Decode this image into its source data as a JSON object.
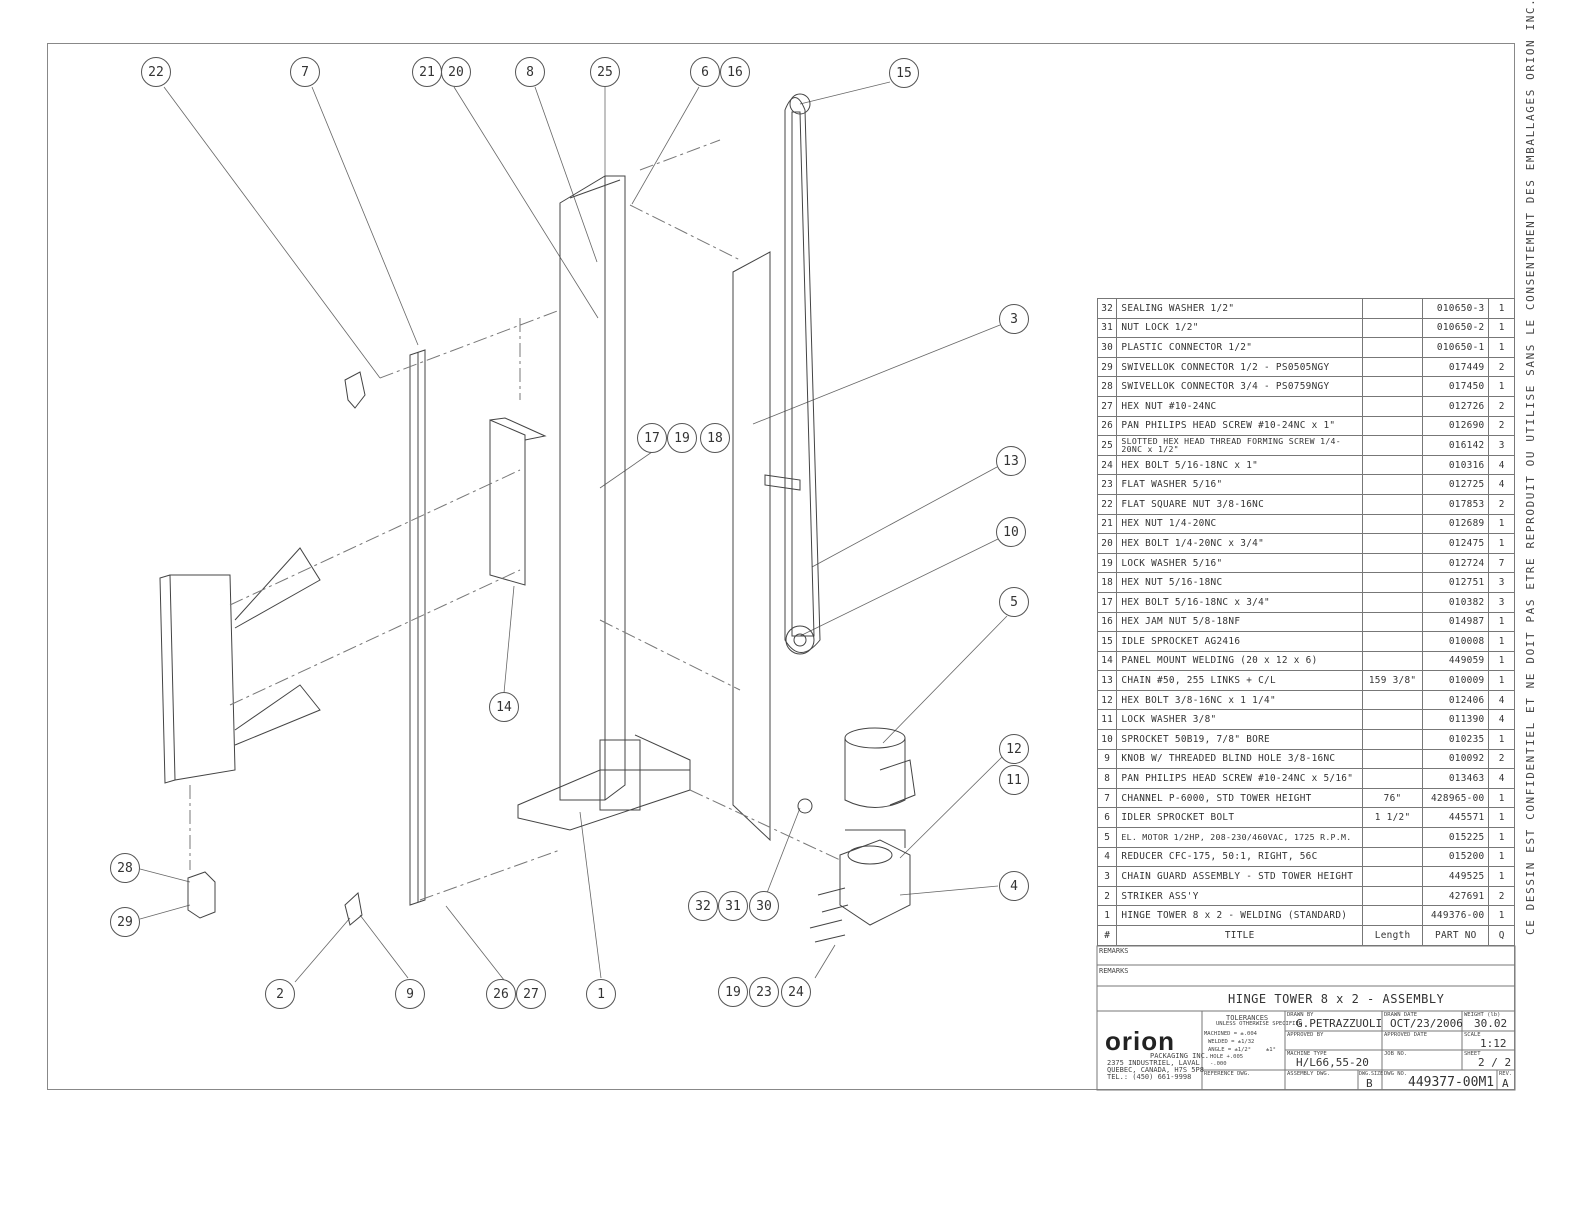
{
  "balloons": [
    {
      "t": "22"
    },
    {
      "t": "7"
    },
    {
      "t": "21"
    },
    {
      "t": "20"
    },
    {
      "t": "8"
    },
    {
      "t": "25"
    },
    {
      "t": "6"
    },
    {
      "t": "16"
    },
    {
      "t": "15"
    },
    {
      "t": "3"
    },
    {
      "t": "17"
    },
    {
      "t": "19"
    },
    {
      "t": "18"
    },
    {
      "t": "13"
    },
    {
      "t": "10"
    },
    {
      "t": "5"
    },
    {
      "t": "14"
    },
    {
      "t": "12"
    },
    {
      "t": "11"
    },
    {
      "t": "4"
    },
    {
      "t": "28"
    },
    {
      "t": "29"
    },
    {
      "t": "32"
    },
    {
      "t": "31"
    },
    {
      "t": "30"
    },
    {
      "t": "2"
    },
    {
      "t": "9"
    },
    {
      "t": "26"
    },
    {
      "t": "27"
    },
    {
      "t": "1"
    },
    {
      "t": "19"
    },
    {
      "t": "23"
    },
    {
      "t": "24"
    }
  ],
  "bom": [
    {
      "n": "32",
      "d": "SEALING WASHER 1/2\"",
      "l": "",
      "p": "010650-3",
      "q": "1"
    },
    {
      "n": "31",
      "d": "NUT LOCK 1/2\"",
      "l": "",
      "p": "010650-2",
      "q": "1"
    },
    {
      "n": "30",
      "d": "PLASTIC CONNECTOR 1/2\"",
      "l": "",
      "p": "010650-1",
      "q": "1"
    },
    {
      "n": "29",
      "d": "SWIVELLOK CONNECTOR 1/2 - PS0505NGY",
      "l": "",
      "p": "017449",
      "q": "2"
    },
    {
      "n": "28",
      "d": "SWIVELLOK CONNECTOR 3/4 - PS0759NGY",
      "l": "",
      "p": "017450",
      "q": "1"
    },
    {
      "n": "27",
      "d": "HEX NUT #10-24NC",
      "l": "",
      "p": "012726",
      "q": "2"
    },
    {
      "n": "26",
      "d": "PAN PHILIPS HEAD SCREW #10-24NC x 1\"",
      "l": "",
      "p": "012690",
      "q": "2"
    },
    {
      "n": "25",
      "d": "SLOTTED HEX HEAD THREAD FORMING SCREW 1/4-20NC x 1/2\"",
      "l": "",
      "p": "016142",
      "q": "3"
    },
    {
      "n": "24",
      "d": "HEX BOLT 5/16-18NC x 1\"",
      "l": "",
      "p": "010316",
      "q": "4"
    },
    {
      "n": "23",
      "d": "FLAT WASHER 5/16\"",
      "l": "",
      "p": "012725",
      "q": "4"
    },
    {
      "n": "22",
      "d": "FLAT SQUARE NUT 3/8-16NC",
      "l": "",
      "p": "017853",
      "q": "2"
    },
    {
      "n": "21",
      "d": "HEX NUT 1/4-20NC",
      "l": "",
      "p": "012689",
      "q": "1"
    },
    {
      "n": "20",
      "d": "HEX BOLT 1/4-20NC x 3/4\"",
      "l": "",
      "p": "012475",
      "q": "1"
    },
    {
      "n": "19",
      "d": "LOCK WASHER 5/16\"",
      "l": "",
      "p": "012724",
      "q": "7"
    },
    {
      "n": "18",
      "d": "HEX NUT 5/16-18NC",
      "l": "",
      "p": "012751",
      "q": "3"
    },
    {
      "n": "17",
      "d": "HEX BOLT 5/16-18NC x 3/4\"",
      "l": "",
      "p": "010382",
      "q": "3"
    },
    {
      "n": "16",
      "d": "HEX JAM NUT 5/8-18NF",
      "l": "",
      "p": "014987",
      "q": "1"
    },
    {
      "n": "15",
      "d": "IDLE SPROCKET AG2416",
      "l": "",
      "p": "010008",
      "q": "1"
    },
    {
      "n": "14",
      "d": "PANEL MOUNT WELDING (20 x 12 x 6)",
      "l": "",
      "p": "449059",
      "q": "1"
    },
    {
      "n": "13",
      "d": "CHAIN #50, 255 LINKS + C/L",
      "l": "159 3/8\"",
      "p": "010009",
      "q": "1"
    },
    {
      "n": "12",
      "d": "HEX BOLT 3/8-16NC x 1 1/4\"",
      "l": "",
      "p": "012406",
      "q": "4"
    },
    {
      "n": "11",
      "d": "LOCK WASHER 3/8\"",
      "l": "",
      "p": "011390",
      "q": "4"
    },
    {
      "n": "10",
      "d": "SPROCKET 50B19, 7/8\" BORE",
      "l": "",
      "p": "010235",
      "q": "1"
    },
    {
      "n": "9",
      "d": "KNOB W/ THREADED BLIND HOLE 3/8-16NC",
      "l": "",
      "p": "010092",
      "q": "2"
    },
    {
      "n": "8",
      "d": "PAN PHILIPS HEAD SCREW #10-24NC x 5/16\"",
      "l": "",
      "p": "013463",
      "q": "4"
    },
    {
      "n": "7",
      "d": "CHANNEL P-6000, STD TOWER HEIGHT",
      "l": "76\"",
      "p": "428965-00",
      "q": "1"
    },
    {
      "n": "6",
      "d": "IDLER SPROCKET BOLT",
      "l": "1 1/2\"",
      "p": "445571",
      "q": "1"
    },
    {
      "n": "5",
      "d": "EL. MOTOR 1/2HP, 208-230/460VAC, 1725 R.P.M.",
      "l": "",
      "p": "015225",
      "q": "1"
    },
    {
      "n": "4",
      "d": "REDUCER CFC-175, 50:1, RIGHT, 56C",
      "l": "",
      "p": "015200",
      "q": "1"
    },
    {
      "n": "3",
      "d": "CHAIN GUARD ASSEMBLY - STD TOWER HEIGHT",
      "l": "",
      "p": "449525",
      "q": "1"
    },
    {
      "n": "2",
      "d": "STRIKER ASS'Y",
      "l": "",
      "p": "427691",
      "q": "2"
    },
    {
      "n": "1",
      "d": "HINGE TOWER 8 x 2 - WELDING (STANDARD)",
      "l": "",
      "p": "449376-00",
      "q": "1"
    }
  ],
  "bom_header": {
    "n": "#",
    "d": "TITLE",
    "l": "Length",
    "p": "PART NO",
    "q": "Q"
  },
  "title_block": {
    "remarks_1": "REMARKS",
    "remarks_2": "REMARKS",
    "title": "HINGE TOWER 8 x 2 - ASSEMBLY",
    "logo": "orion",
    "company": "PACKAGING INC.",
    "address_1": "2375 INDUSTRIEL, LAVAL",
    "address_2": "QUEBEC, CANADA, H7S 5P8",
    "phone": "TEL.: (450) 661-9998",
    "tolerances_label": "TOLERANCES",
    "tolerances_sub": "UNLESS OTHERWISE SPECIFIED",
    "tol_machined": "MACHINED = ±.004",
    "tol_welded": "WELDED = ±1/32",
    "tol_angle": "ANGLE = ±1/2°",
    "tol_angle_w": "±1°",
    "tol_hole": "HOLE +.005",
    "tol_hole_2": "-.000",
    "reference_label": "REFERENCE DWG.",
    "drawn_by_label": "DRAWN BY",
    "drawn_by": "G.PETRAZZUOLI",
    "drawn_date_label": "DRAWN DATE",
    "drawn_date": "OCT/23/2006",
    "weight_label": "WEIGHT (lb)",
    "weight": "30.02",
    "approved_by_label": "APPROVED BY",
    "approved_date_label": "APPROVED DATE",
    "scale_label": "SCALE",
    "scale": "1:12",
    "machine_type_label": "MACHINE TYPE",
    "machine_type": "H/L66,55-20",
    "job_label": "JOB NO.",
    "sheet_label": "SHEET",
    "sheet": "2 / 2",
    "assembly_label": "ASSEMBLY DWG.",
    "dwg_size_label": "DWG.SIZE",
    "dwg_size": "B",
    "dwg_no_label": "DWG NO.",
    "dwg_no": "449377-00M1",
    "rev_label": "REV.",
    "rev": "A"
  },
  "vertical_notice": "CE DESSIN EST CONFIDENTIEL ET NE DOIT PAS ETRE REPRODUIT OU UTILISE SANS LE CONSENTEMENT DES EMBALLAGES ORION INC."
}
